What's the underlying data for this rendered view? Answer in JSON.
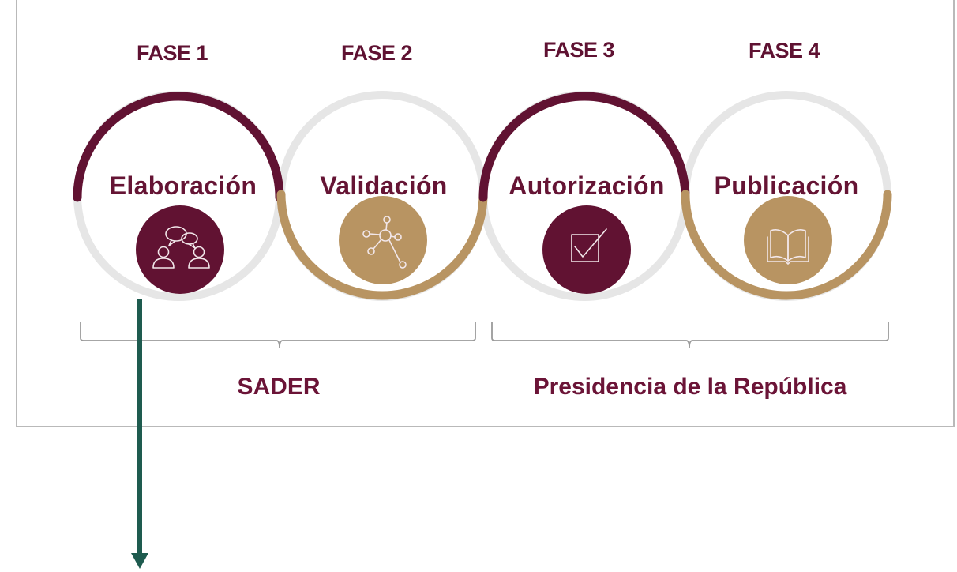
{
  "colors": {
    "maroon": "#611232",
    "gold": "#b89462",
    "ring_gray": "#e6e6e6",
    "bracket": "#9a9a9a",
    "arrow": "#1e5b4f",
    "frame": "#b9b9b9"
  },
  "phases": [
    {
      "phase_label": "FASE 1",
      "stage_label": "Elaboración",
      "icon": "discussion-people-icon",
      "accent": "maroon",
      "arc": "top"
    },
    {
      "phase_label": "FASE 2",
      "stage_label": "Validación",
      "icon": "network-nodes-icon",
      "accent": "gold",
      "arc": "bottom"
    },
    {
      "phase_label": "FASE 3",
      "stage_label": "Autorización",
      "icon": "checkbox-icon",
      "accent": "maroon",
      "arc": "top"
    },
    {
      "phase_label": "FASE 4",
      "stage_label": "Publicación",
      "icon": "open-book-icon",
      "accent": "gold",
      "arc": "bottom"
    }
  ],
  "groups": [
    {
      "label": "SADER",
      "covers": [
        "FASE 1",
        "FASE 2"
      ]
    },
    {
      "label": "Presidencia de la República",
      "covers": [
        "FASE 3",
        "FASE 4"
      ]
    }
  ]
}
